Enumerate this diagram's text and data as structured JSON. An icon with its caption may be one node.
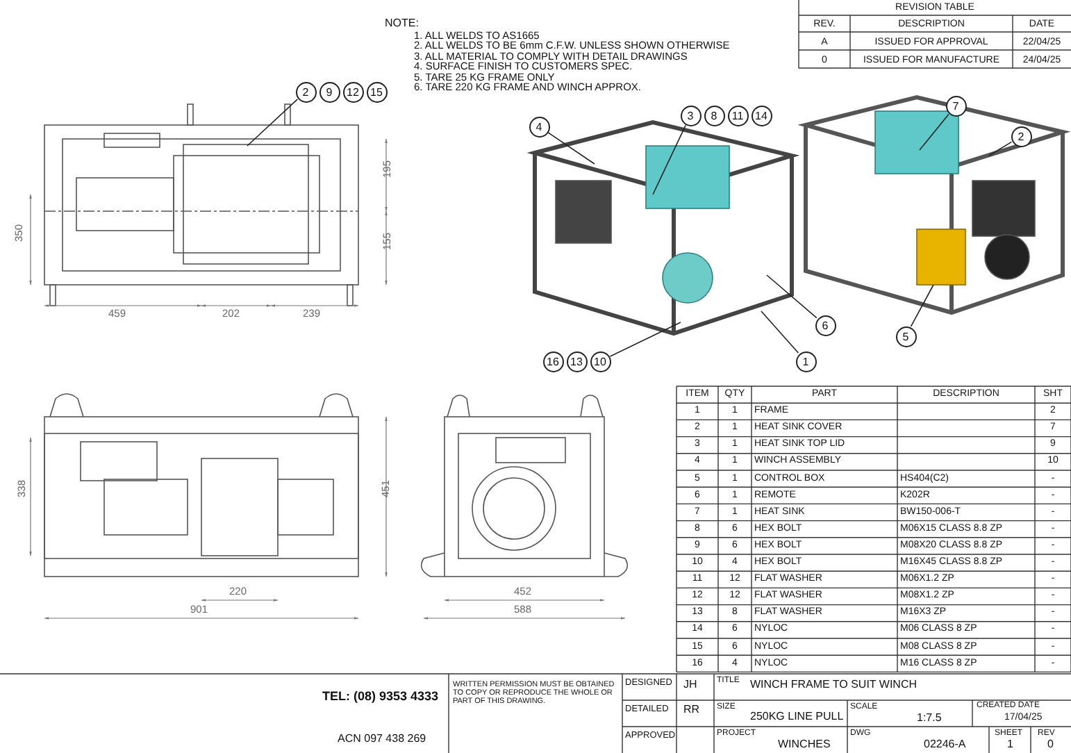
{
  "diagram": {
    "nodes": [
      {
        "text": [
          "2"
        ]
      },
      {
        "text": [
          "9"
        ]
      },
      {
        "text": [
          "12"
        ]
      },
      {
        "text": [
          "15"
        ]
      },
      {
        "text": [
          "7"
        ]
      },
      {
        "text": [
          "3"
        ]
      },
      {
        "text": [
          "8"
        ]
      },
      {
        "text": [
          "11"
        ]
      },
      {
        "text": [
          "14"
        ]
      },
      {
        "text": [
          "4"
        ]
      },
      {
        "text": [
          "2"
        ]
      },
      {
        "text": [
          "6"
        ]
      },
      {
        "text": [
          "5"
        ]
      },
      {
        "text": [
          "16"
        ]
      },
      {
        "text": [
          "13"
        ]
      },
      {
        "text": [
          "10"
        ]
      },
      {
        "text": [
          "1"
        ]
      }
    ],
    "edges": [
      {
        "from": 0,
        "to": null,
        "arrow": "none"
      },
      {
        "from": 4,
        "to": null,
        "arrow": "none"
      },
      {
        "from": 5,
        "to": null,
        "arrow": "none"
      },
      {
        "from": 9,
        "to": null,
        "arrow": "none"
      },
      {
        "from": 10,
        "to": null,
        "arrow": "none"
      },
      {
        "from": 11,
        "to": null,
        "arrow": "none"
      },
      {
        "from": 12,
        "to": null,
        "arrow": "none"
      },
      {
        "from": 15,
        "to": null,
        "arrow": "none"
      },
      {
        "from": 16,
        "to": null,
        "arrow": "none"
      }
    ],
    "labels": [
      "NOTE:",
      "1. ALL WELDS TO AS1665",
      "2. ALL WELDS TO BE 6mm C.F.W. UNLESS SHOWN OTHERWISE",
      "3. ALL MATERIAL TO COMPLY WITH DETAIL DRAWINGS",
      "4. SURFACE FINISH TO CUSTOMERS SPEC.",
      "5. TARE 25 KG FRAME ONLY",
      "6. TARE 220 KG FRAME AND WINCH APPROX.",
      "REVISION TABLE",
      "REV.",
      "DESCRIPTION",
      "DATE",
      "A",
      "ISSUED FOR APPROVAL",
      "22/04/25",
      "0",
      "ISSUED FOR MANUFACTURE",
      "24/04/25",
      "350",
      "195",
      "155",
      "459",
      "202",
      "239",
      "338",
      "451",
      "220",
      "901",
      "452",
      "588",
      "ITEM",
      "QTY",
      "PART",
      "DESCRIPTION",
      "SHT",
      "1",
      "1",
      "FRAME",
      "2",
      "2",
      "1",
      "HEAT SINK COVER",
      "7",
      "3",
      "1",
      "HEAT SINK TOP LID",
      "9",
      "4",
      "1",
      "WINCH ASSEMBLY",
      "10",
      "5",
      "1",
      "CONTROL BOX",
      "HS404(C2)",
      "-",
      "6",
      "1",
      "REMOTE",
      "K202R",
      "-",
      "7",
      "1",
      "HEAT SINK",
      "BW150-006-T",
      "-",
      "8",
      "6",
      "HEX BOLT",
      "M06X15 CLASS 8.8 ZP",
      "-",
      "9",
      "6",
      "HEX BOLT",
      "M08X20 CLASS 8.8 ZP",
      "-",
      "10",
      "4",
      "HEX BOLT",
      "M16X45 CLASS 8.8 ZP",
      "-",
      "11",
      "12",
      "FLAT WASHER",
      "M06X1.2 ZP",
      "-",
      "12",
      "12",
      "FLAT WASHER",
      "M08X1.2 ZP",
      "-",
      "13",
      "8",
      "FLAT WASHER",
      "M16X3 ZP",
      "-",
      "14",
      "6",
      "NYLOC",
      "M06 CLASS 8 ZP",
      "-",
      "15",
      "6",
      "NYLOC",
      "M08 CLASS 8 ZP",
      "-",
      "16",
      "4",
      "NYLOC",
      "M16 CLASS 8 ZP",
      "-",
      "TEL: (08) 9353 4333",
      "ACN 097 438 269",
      "WRITTEN PERMISSION MUST BE OBTAINED TO COPY OR REPRODUCE THE WHOLE OR PART OF THIS DRAWING.",
      "DESIGNED",
      "JH",
      "TITLE",
      "WINCH FRAME TO SUIT WINCH",
      "DETAILED",
      "RR",
      "SIZE",
      "250KG LINE PULL",
      "SCALE",
      "1:7.5",
      "CREATED DATE",
      "17/04/25",
      "APPROVED",
      "PROJECT",
      "WINCHES",
      "DWG",
      "02246-A",
      "SHEET",
      "1",
      "REV",
      "0"
    ]
  }
}
